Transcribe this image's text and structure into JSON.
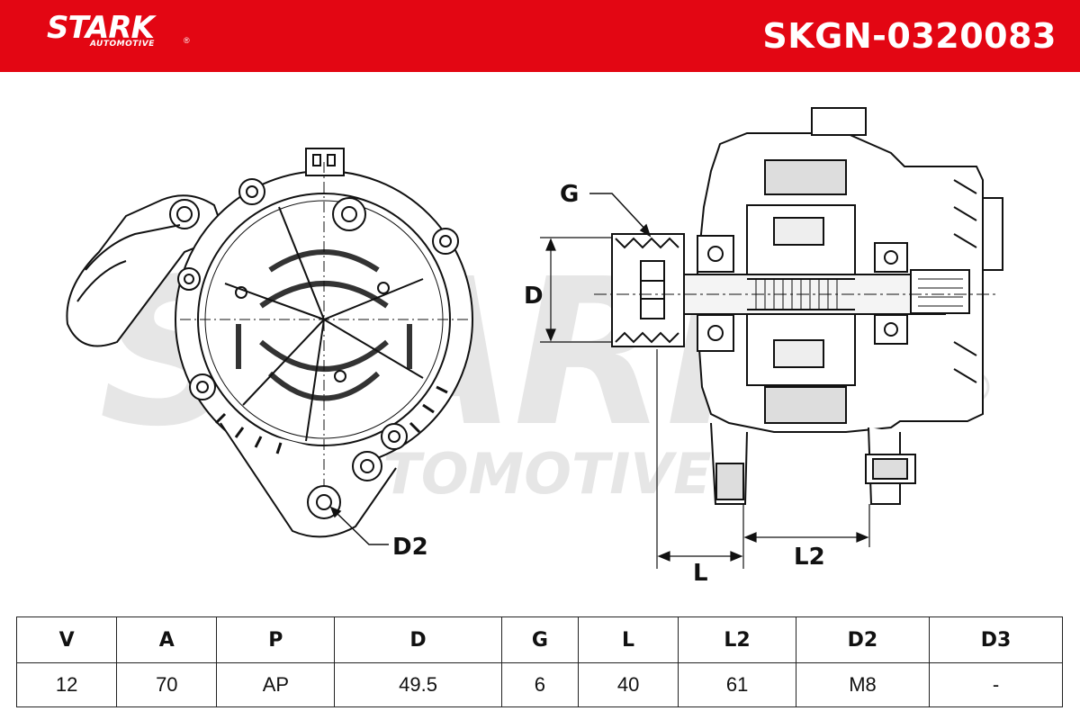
{
  "header": {
    "brand": "STARK",
    "brand_sub": "AUTOMOTIVE",
    "registered_mark": "®",
    "part_number": "SKGN-0320083",
    "color": "#e30613"
  },
  "watermark": {
    "main": "STARK",
    "sub": "AUTOMOTIVE"
  },
  "drawing": {
    "labels": {
      "d2_left": "D2",
      "g": "G",
      "d": "D",
      "l": "L",
      "l2": "L2"
    }
  },
  "spec_table": {
    "headers": [
      "V",
      "A",
      "P",
      "D",
      "G",
      "L",
      "L2",
      "D2",
      "D3"
    ],
    "values": [
      "12",
      "70",
      "AP",
      "49.5",
      "6",
      "40",
      "61",
      "M8",
      "-"
    ]
  }
}
